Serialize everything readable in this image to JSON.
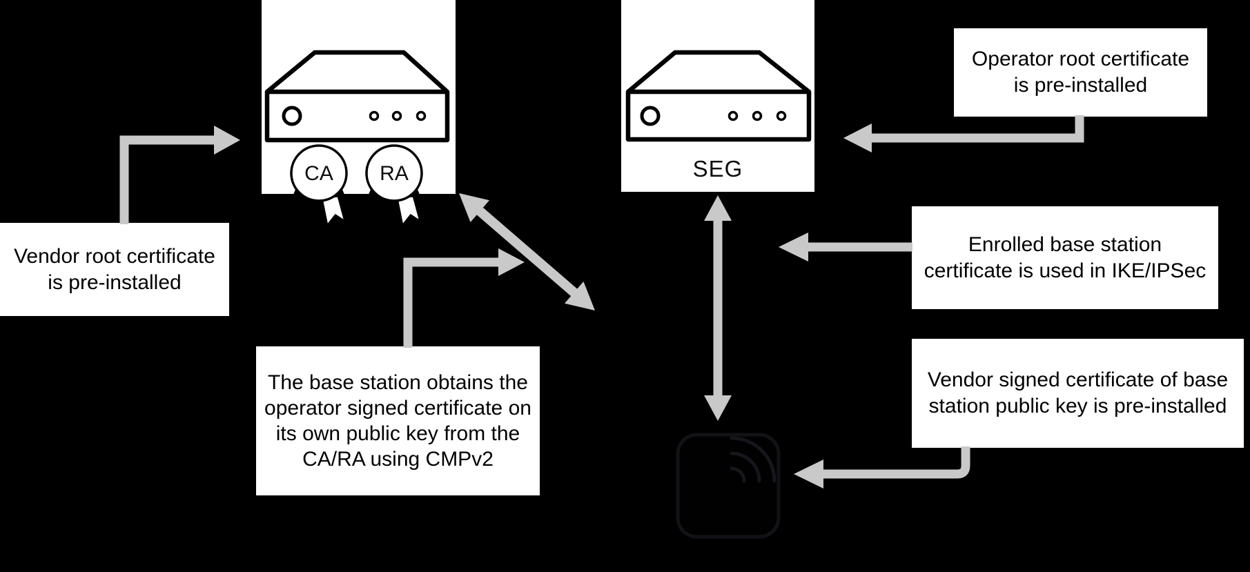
{
  "diagram_title": "Base station certificate enrolment (CMPv2) diagram",
  "colors": {
    "background": "#000000",
    "box_background": "#ffffff",
    "text": "#000000",
    "arrow_gray": "#c9c9c9",
    "device_stroke": "#000000",
    "base_station_stroke": "#121217"
  },
  "nodes": {
    "ca_ra_server": {
      "badges": [
        {
          "label": "CA"
        },
        {
          "label": "RA"
        }
      ]
    },
    "seg_server": {
      "label": "SEG"
    },
    "base_station": {
      "icon": "base-station-signal-icon"
    }
  },
  "annotations": {
    "vendor_root": {
      "text": "Vendor root certificate\nis pre-installed"
    },
    "operator_root": {
      "text": "Operator root certificate\nis pre-installed"
    },
    "enrolled": {
      "text": "Enrolled base station\ncertificate is used in IKE/IPSec"
    },
    "vendor_signed": {
      "text": "Vendor signed certificate of base\nstation public key is pre-installed"
    },
    "cmpv2": {
      "text": "The base station obtains the\noperator signed certificate on\nits own public key from the\nCA/RA using CMPv2"
    }
  }
}
